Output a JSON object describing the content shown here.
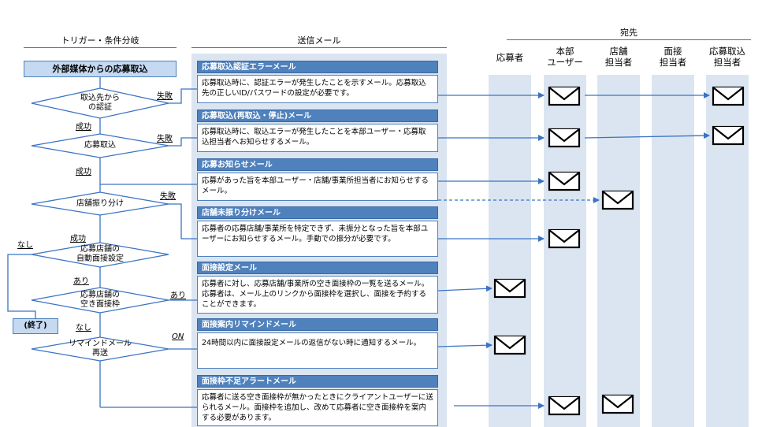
{
  "headers": {
    "trigger": "トリガー・条件分岐",
    "mail": "送信メール",
    "dest": "宛先"
  },
  "lanes": [
    {
      "label1": "応募者",
      "label2": ""
    },
    {
      "label1": "本部",
      "label2": "ユーザー"
    },
    {
      "label1": "店舗",
      "label2": "担当者"
    },
    {
      "label1": "面接",
      "label2": "担当者"
    },
    {
      "label1": "応募取込",
      "label2": "担当者"
    }
  ],
  "flow": {
    "start": "外部媒体からの応募取込",
    "d1_line1": "取込先から",
    "d1_line2": "の認証",
    "d2": "応募取込",
    "d3": "店舗振り分け",
    "d4_line1": "応募店舗の",
    "d4_line2": "自動面接設定",
    "d5_line1": "応募店舗の",
    "d5_line2": "空き面接枠",
    "d6_line1": "リマインドメール",
    "d6_line2": "再送",
    "end": "(終了)"
  },
  "labels": {
    "fail1": "失敗",
    "success1": "成功",
    "fail2": "失敗",
    "success2": "成功",
    "fail3": "失敗",
    "success3": "成功",
    "none1": "なし",
    "yes1": "あり",
    "yes2": "あり",
    "none2": "なし",
    "on": "ON"
  },
  "mails": [
    {
      "title": "応募取込認証エラーメール",
      "body": "応募取込時に、認証エラーが発生したことを示すメール。応募取込先の正しいID/パスワードの設定が必要です。"
    },
    {
      "title": "応募取込(再取込・停止)メール",
      "body": "応募取込時に、取込エラーが発生したことを本部ユーザー・応募取込担当者へお知らせするメール。"
    },
    {
      "title": "応募お知らせメール",
      "body": "応募があった旨を本部ユーザー・店舗/事業所担当者にお知らせするメール。"
    },
    {
      "title": "店舗未振り分けメール",
      "body": "応募者の応募店舗/事業所を特定できず、未振分となった旨を本部ユーザーにお知らせするメール。手動での振分が必要です。"
    },
    {
      "title": "面接設定メール",
      "body": "応募者に対し、応募店舗/事業所の空き面接枠の一覧を送るメール。応募者は、メール上のリンクから面接枠を選択し、面接を予約することができます。"
    },
    {
      "title": "面接案内リマインドメール",
      "body": "24時間以内に面接設定メールの返信がない時に通知するメール。"
    },
    {
      "title": "面接枠不足アラートメール",
      "body": "応募者に送る空き面接枠が無かったときにクライアントユーザーに送られるメール。面接枠を追加し、改めて応募者に空き面接枠を案内する必要があります。"
    }
  ],
  "colors": {
    "accent": "#4f81bd",
    "line": "#3b73c4",
    "lane": "#dbe5f1",
    "startFill": "#c5d9f1"
  }
}
